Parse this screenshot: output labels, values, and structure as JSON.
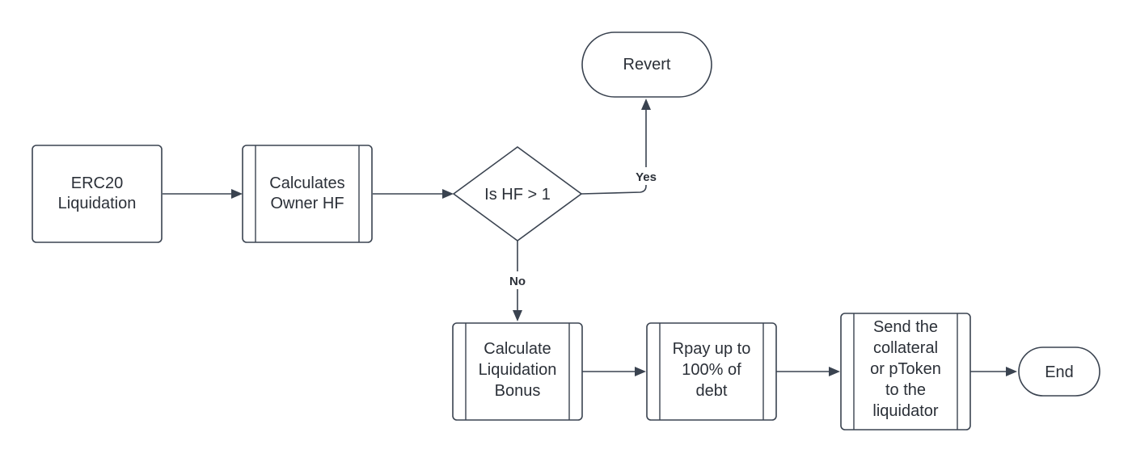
{
  "diagram": {
    "colors": {
      "stroke": "#3a4350",
      "text": "#2b3038",
      "fill": "#ffffff"
    },
    "nodes": {
      "erc20": {
        "shape": "rectangle",
        "lines": [
          "ERC20",
          "Liquidation"
        ]
      },
      "calc_hf": {
        "shape": "subprocess",
        "lines": [
          "Calculates",
          "Owner HF"
        ]
      },
      "decision": {
        "shape": "diamond",
        "lines": [
          "Is HF > 1"
        ]
      },
      "revert": {
        "shape": "terminal",
        "lines": [
          "Revert"
        ]
      },
      "calc_bonus": {
        "shape": "subprocess",
        "lines": [
          "Calculate",
          "Liquidation",
          "Bonus"
        ]
      },
      "repay": {
        "shape": "subprocess",
        "lines": [
          "Rpay up to",
          "100% of",
          "debt"
        ]
      },
      "send": {
        "shape": "subprocess",
        "lines": [
          "Send the",
          "collateral",
          "or pToken",
          "to the",
          "liquidator"
        ]
      },
      "end": {
        "shape": "terminal",
        "lines": [
          "End"
        ]
      }
    },
    "edges": {
      "erc20_to_calc_hf": {
        "from": "erc20",
        "to": "calc_hf",
        "label": ""
      },
      "calc_hf_to_decision": {
        "from": "calc_hf",
        "to": "decision",
        "label": ""
      },
      "decision_to_revert": {
        "from": "decision",
        "to": "revert",
        "label": "Yes"
      },
      "decision_to_calc_bonus": {
        "from": "decision",
        "to": "calc_bonus",
        "label": "No"
      },
      "calc_bonus_to_repay": {
        "from": "calc_bonus",
        "to": "repay",
        "label": ""
      },
      "repay_to_send": {
        "from": "repay",
        "to": "send",
        "label": ""
      },
      "send_to_end": {
        "from": "send",
        "to": "end",
        "label": ""
      }
    }
  }
}
